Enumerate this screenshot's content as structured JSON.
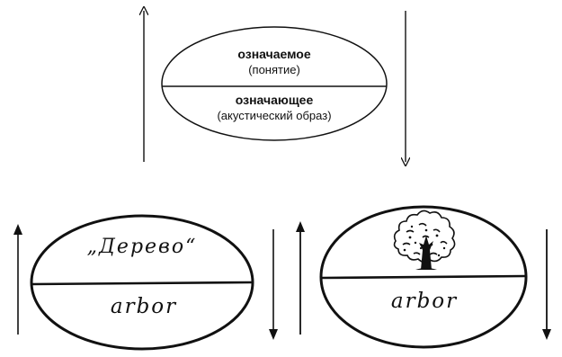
{
  "top_sign": {
    "signified_term": "означаемое",
    "signified_gloss": "(понятие)",
    "signifier_term": "означающее",
    "signifier_gloss": "(акустический образ)"
  },
  "left_sign": {
    "concept_label": "„Дерево“",
    "sound_label": "arbor"
  },
  "right_sign": {
    "concept_picture": "tree-icon",
    "sound_label": "arbor"
  },
  "colors": {
    "ink": "#111111",
    "background": "#ffffff"
  }
}
